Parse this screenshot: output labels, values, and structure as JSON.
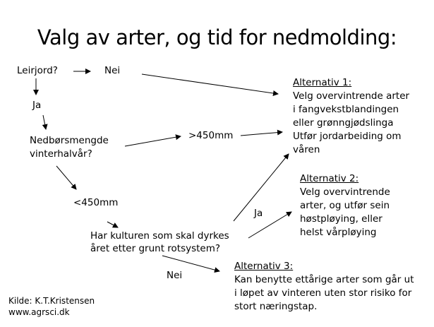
{
  "title": "Valg av arter, og tid for nedmolding:",
  "nodes": {
    "leirjord": "Leirjord?",
    "nei_1": "Nei",
    "ja_1": "Ja",
    "nedbor_line1": "Nedbørsmengde",
    "nedbor_line2": "vinterhalvår?",
    "over450": ">450mm",
    "under450": "<450mm",
    "kultur_line1": "Har kulturen som skal dyrkes",
    "kultur_line2": "året etter grunt rotsystem?",
    "ja_2": "Ja",
    "nei_2": "Nei"
  },
  "alternatives": [
    {
      "heading": "Alternativ 1:",
      "lines": [
        "Velg overvintrende arter",
        "i fangvekstblandingen",
        "eller grønngjødslinga",
        "Utfør jordarbeiding om",
        "våren"
      ]
    },
    {
      "heading": "Alternativ 2:",
      "lines": [
        "Velg overvintrende",
        "arter, og utfør sein",
        "høstpløying, eller",
        "helst vårpløying"
      ]
    },
    {
      "heading": "Alternativ 3:",
      "lines": [
        "Kan benytte ettårige arter som går ut",
        "i løpet av vinteren uten stor risiko for",
        "stort næringstap."
      ]
    }
  ],
  "source": {
    "line1": "Kilde: K.T.Kristensen",
    "line2": "www.agrsci.dk"
  }
}
